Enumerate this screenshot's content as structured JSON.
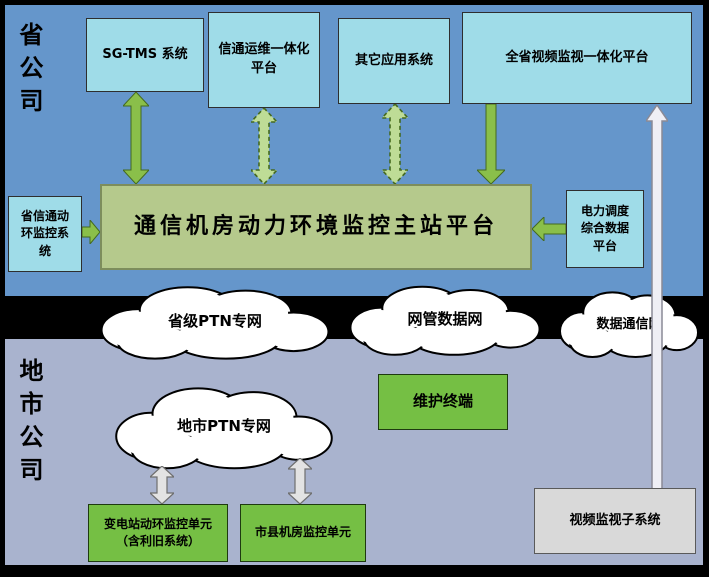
{
  "sections": {
    "province": {
      "label": "省公司"
    },
    "city": {
      "label": "地市公司"
    }
  },
  "nodes": {
    "sg_tms": {
      "label": "SG-TMS 系统"
    },
    "itops_platform": {
      "label": "信通运维一体化平台"
    },
    "other_apps": {
      "label": "其它应用系统"
    },
    "province_video_platform": {
      "label": "全省视频监视一体化平台"
    },
    "province_env_system": {
      "label": "省信通动环监控系统"
    },
    "main_platform": {
      "label": "通信机房动力环境监控主站平台"
    },
    "power_dispatch_platform": {
      "label": "电力调度综合数据平台"
    },
    "maintenance_terminal": {
      "label": "维护终端"
    },
    "substation_unit": {
      "label": "变电站动环监控单元（含利旧系统）"
    },
    "county_room_unit": {
      "label": "市县机房监控单元"
    },
    "video_subsystem": {
      "label": "视频监视子系统"
    }
  },
  "clouds": {
    "province_ptn": {
      "label": "省级PTN专网"
    },
    "nms_data": {
      "label": "网管数据网"
    },
    "data_comm": {
      "label": "数据通信网"
    },
    "city_ptn": {
      "label": "地市PTN专网"
    }
  },
  "colors": {
    "province_bg": "#6596cb",
    "city_bg": "#a9b3ce",
    "divider": "#000000",
    "node_cyan": "#9fdce8",
    "main_platform_green": "#b5c98c",
    "bright_green": "#75bf44",
    "gray_box": "#d9d9d9",
    "cloud_fill": "#ffffff",
    "arrow_green": "#8abf4a",
    "arrow_green_light": "#bedc96",
    "arrow_gray": "#e3e3e3",
    "arrow_long": "#efeff5"
  }
}
